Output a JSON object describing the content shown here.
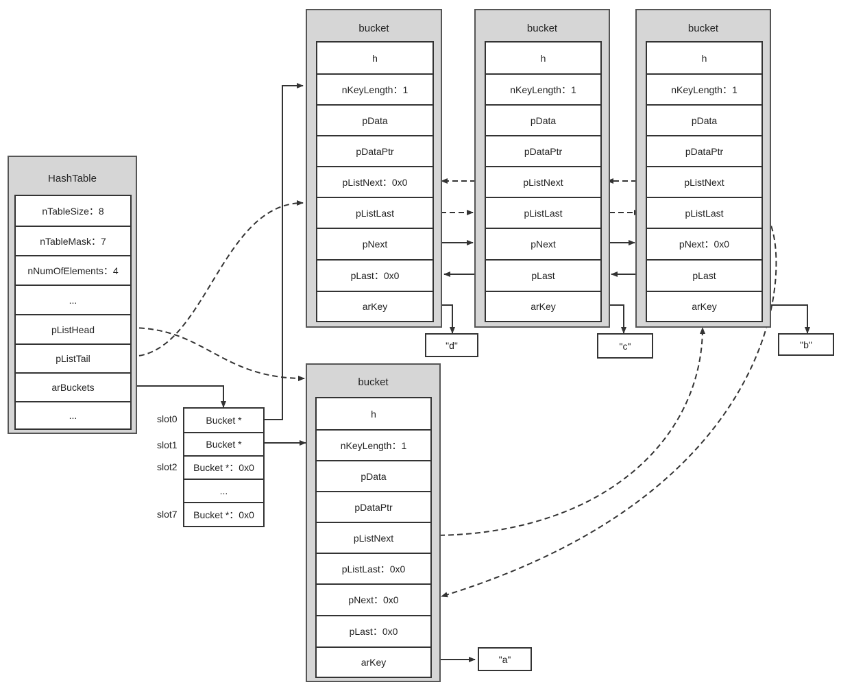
{
  "hashtable": {
    "title": "HashTable",
    "fields": [
      "nTableSize：8",
      "nTableMask：7",
      "nNumOfElements：4",
      "...",
      "pListHead",
      "pListTail",
      "arBuckets",
      "..."
    ]
  },
  "slots": {
    "labels": [
      "slot0",
      "slot1",
      "slot2",
      "slot7"
    ],
    "cells": [
      "Bucket *",
      "Bucket *",
      "Bucket *：0x0",
      "...",
      "Bucket *：0x0"
    ]
  },
  "buckets": [
    {
      "title": "bucket",
      "fields": [
        "h",
        "nKeyLength：1",
        "pData",
        "pDataPtr",
        "pListNext：0x0",
        "pListLast",
        "pNext",
        "pLast：0x0",
        "arKey"
      ],
      "key": "\"d\""
    },
    {
      "title": "bucket",
      "fields": [
        "h",
        "nKeyLength：1",
        "pData",
        "pDataPtr",
        "pListNext",
        "pListLast",
        "pNext",
        "pLast",
        "arKey"
      ],
      "key": "\"c\""
    },
    {
      "title": "bucket",
      "fields": [
        "h",
        "nKeyLength：1",
        "pData",
        "pDataPtr",
        "pListNext",
        "pListLast",
        "pNext：0x0",
        "pLast",
        "arKey"
      ],
      "key": "\"b\""
    },
    {
      "title": "bucket",
      "fields": [
        "h",
        "nKeyLength：1",
        "pData",
        "pDataPtr",
        "pListNext",
        "pListLast：0x0",
        "pNext：0x0",
        "pLast：0x0",
        "arKey"
      ],
      "key": "\"a\""
    }
  ]
}
